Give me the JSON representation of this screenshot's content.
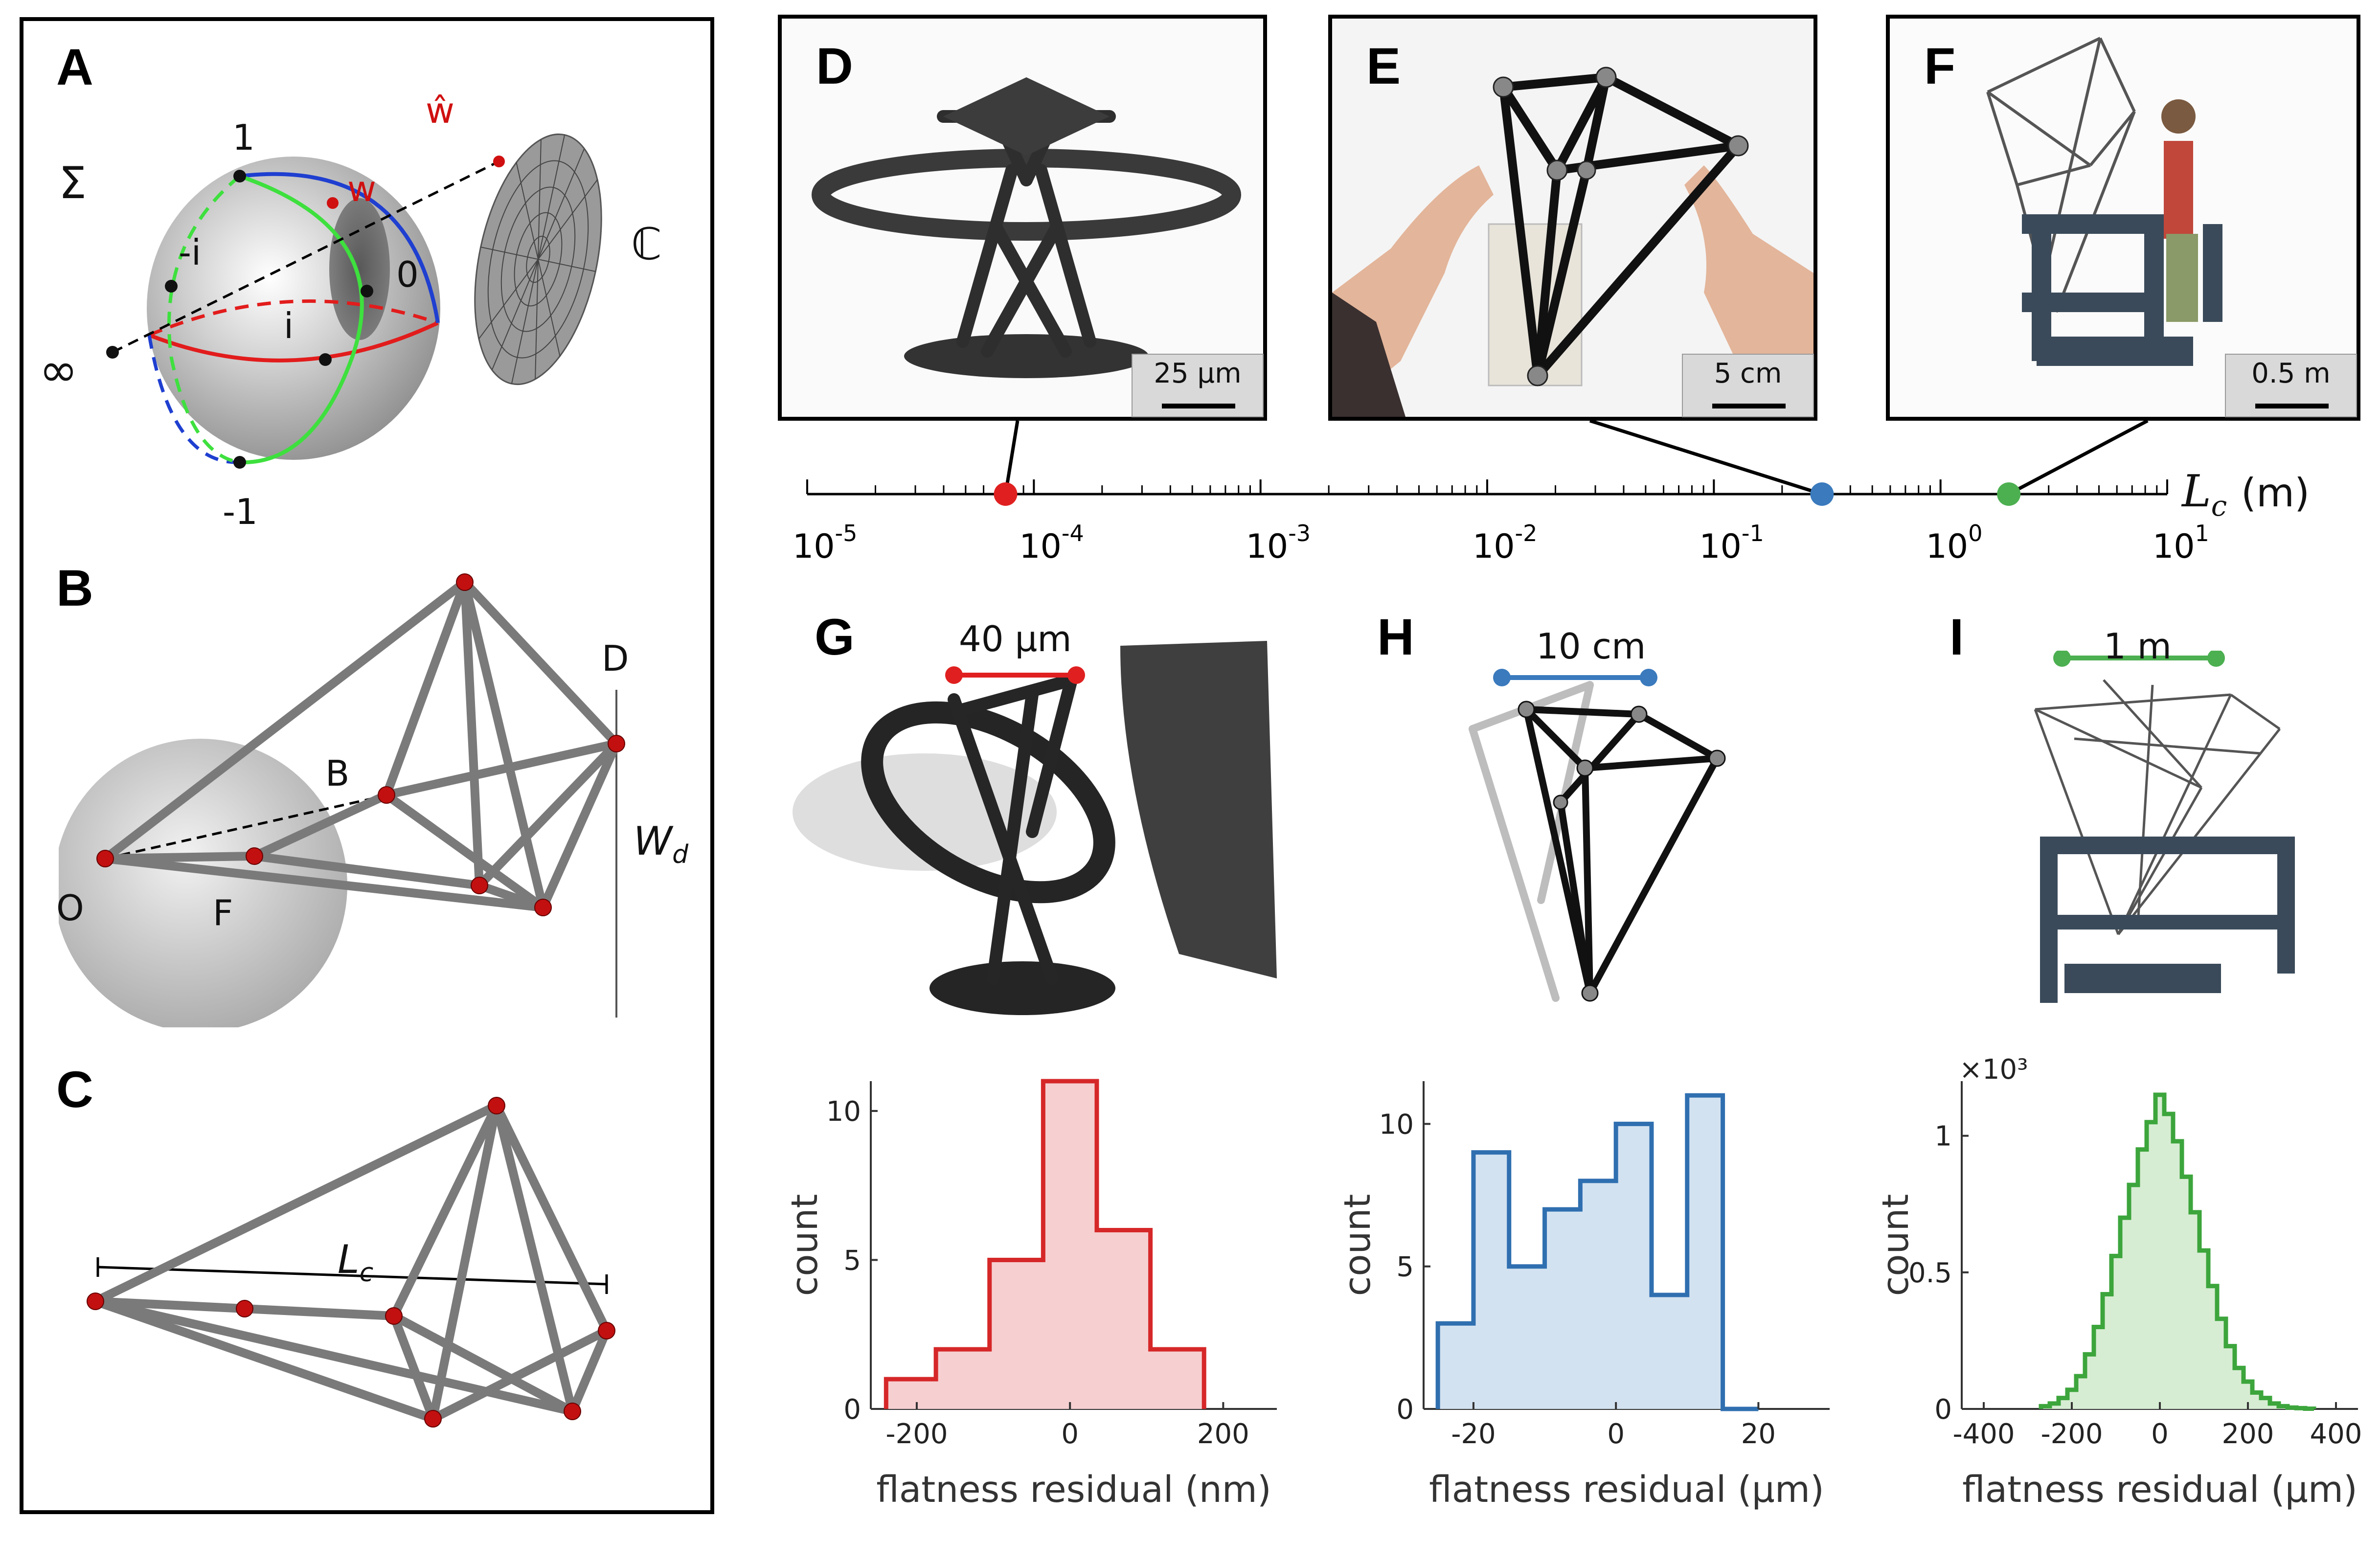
{
  "panels": {
    "A": {
      "label": "A",
      "sigma": "Σ",
      "complex": "ℂ",
      "w": "w",
      "what": "ŵ",
      "pt_1": "1",
      "pt_neg1": "-1",
      "pt_i": "i",
      "pt_negi": "-i",
      "pt_0": "0",
      "pt_inf": "∞"
    },
    "B": {
      "label": "B",
      "O": "O",
      "F": "F",
      "Bpt": "B",
      "D": "D",
      "Wd": "W",
      "Wd_sub": "d"
    },
    "C": {
      "label": "C",
      "Lc": "L",
      "Lc_sub": "c"
    },
    "D": {
      "label": "D",
      "scale": "25 μm"
    },
    "E": {
      "label": "E",
      "scale": "5 cm"
    },
    "F": {
      "label": "F",
      "scale": "0.5 m"
    },
    "G": {
      "label": "G",
      "scale": "40 μm"
    },
    "H": {
      "label": "H",
      "scale": "10 cm"
    },
    "I": {
      "label": "I",
      "scale": "1 m"
    }
  },
  "axis_line": {
    "label": "L",
    "label_sub": "c",
    "unit": "(m)",
    "ticks": [
      {
        "base": "10",
        "exp": "-5"
      },
      {
        "base": "10",
        "exp": "-4"
      },
      {
        "base": "10",
        "exp": "-3"
      },
      {
        "base": "10",
        "exp": "-2"
      },
      {
        "base": "10",
        "exp": "-1"
      },
      {
        "base": "10",
        "exp": "0"
      },
      {
        "base": "10",
        "exp": "1"
      }
    ],
    "markers": [
      {
        "value": 7.5e-05,
        "color": "#e02020"
      },
      {
        "value": 0.3,
        "color": "#3a7abd"
      },
      {
        "value": 2.0,
        "color": "#4caf50"
      }
    ]
  },
  "chart_data": [
    {
      "type": "histogram",
      "xlabel": "flatness residual (nm)",
      "ylabel": "count",
      "xticks": [
        "-200",
        "0",
        "200"
      ],
      "yticks": [
        "0",
        "5",
        "10"
      ],
      "xlim": [
        -260,
        270
      ],
      "ylim": [
        0,
        11
      ],
      "bin_edges": [
        -240,
        -175,
        -105,
        -35,
        35,
        105,
        175
      ],
      "counts": [
        1,
        2,
        5,
        11,
        6,
        2
      ],
      "color": "#d62728",
      "fill": "#f6cfd1"
    },
    {
      "type": "histogram",
      "xlabel": "flatness residual (μm)",
      "ylabel": "count",
      "xticks": [
        "-20",
        "0",
        "20"
      ],
      "yticks": [
        "0",
        "5",
        "10"
      ],
      "xlim": [
        -27,
        30
      ],
      "ylim": [
        0,
        11.5
      ],
      "bin_edges": [
        -25,
        -20,
        -15,
        -10,
        -5,
        0,
        5,
        10,
        15,
        20
      ],
      "counts": [
        3,
        9,
        5,
        7,
        8,
        10,
        4,
        11,
        0
      ],
      "color": "#2f6fb0",
      "fill": "#d3e2f1"
    },
    {
      "type": "histogram",
      "xlabel": "flatness residual (μm)",
      "ylabel": "count",
      "multiplier": "×10³",
      "xticks": [
        "-400",
        "-200",
        "0",
        "200",
        "400"
      ],
      "yticks": [
        "0",
        "0.5",
        "1"
      ],
      "xlim": [
        -450,
        450
      ],
      "ylim": [
        0,
        1.2
      ],
      "bin_edges": [
        -270,
        -250,
        -230,
        -210,
        -190,
        -170,
        -150,
        -130,
        -110,
        -90,
        -70,
        -50,
        -30,
        -10,
        10,
        30,
        50,
        70,
        90,
        110,
        130,
        150,
        170,
        190,
        210,
        230,
        250,
        270,
        290,
        310,
        330,
        350
      ],
      "counts": [
        0.01,
        0.02,
        0.04,
        0.07,
        0.12,
        0.2,
        0.3,
        0.42,
        0.56,
        0.7,
        0.82,
        0.95,
        1.05,
        1.15,
        1.08,
        0.98,
        0.85,
        0.72,
        0.58,
        0.45,
        0.33,
        0.23,
        0.15,
        0.1,
        0.06,
        0.04,
        0.02,
        0.01,
        0.005,
        0.003,
        0.001
      ],
      "color": "#3ca53c",
      "fill": "#d7edd3"
    }
  ]
}
